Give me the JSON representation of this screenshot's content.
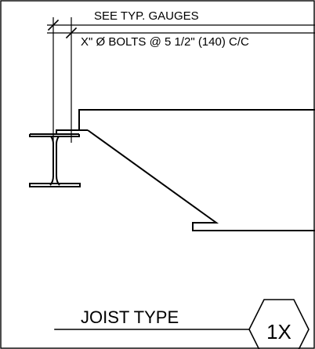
{
  "detail": {
    "note_line_1": "SEE TYP. GAUGES",
    "note_line_2": "X\" Ø BOLTS @ 5 1/2\" (140) C/C",
    "title_label": "JOIST TYPE",
    "tag_id": "1X"
  },
  "colors": {
    "line": "#000000",
    "background": "#ffffff"
  }
}
